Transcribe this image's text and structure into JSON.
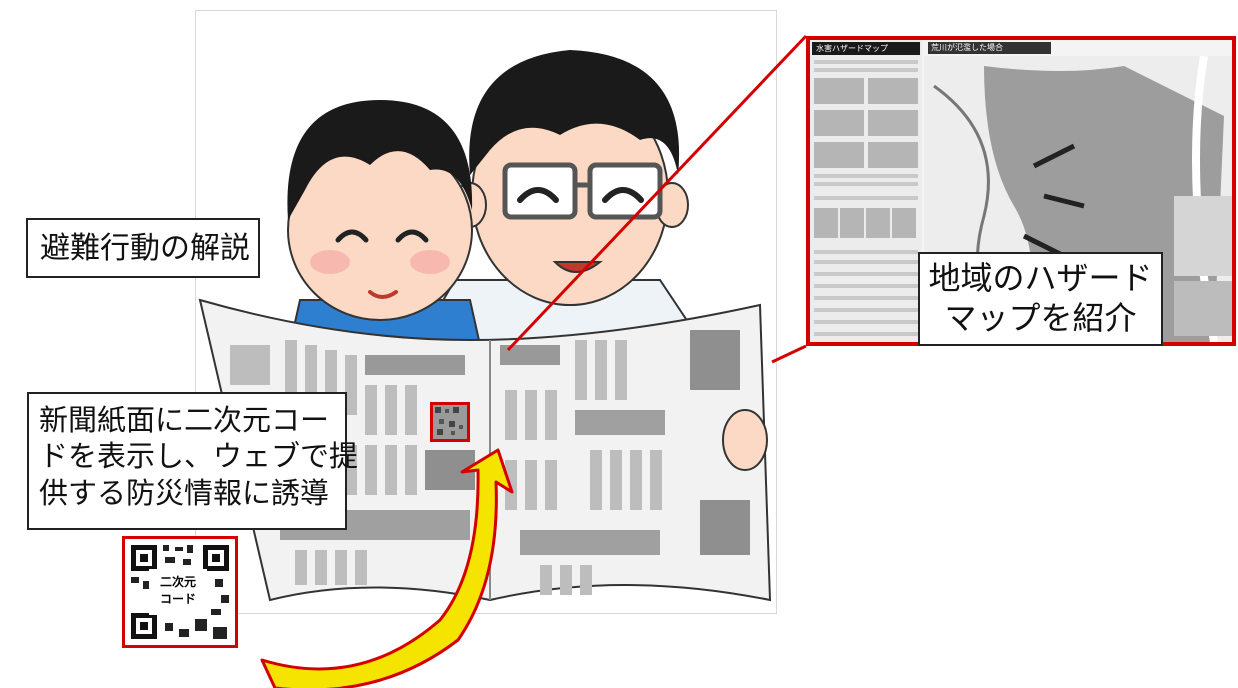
{
  "callouts": {
    "evacuation": "避難行動の解説",
    "qr_lines": [
      "新聞紙面に二次元コー",
      "ドを表示し、ウェブで提",
      "供する防災情報に誘導"
    ],
    "hazard_map_lines": [
      "地域のハザード",
      "マップを紹介"
    ]
  },
  "qr_code": {
    "label_lines": [
      "二次元",
      "コード"
    ]
  },
  "hazard_map": {
    "header": "水害ハザードマップ",
    "region_title": "荒川が氾濫した場合"
  },
  "colors": {
    "accent_red": "#d40000",
    "arrow_yellow": "#f5e400",
    "arrow_outline": "#d40000"
  }
}
